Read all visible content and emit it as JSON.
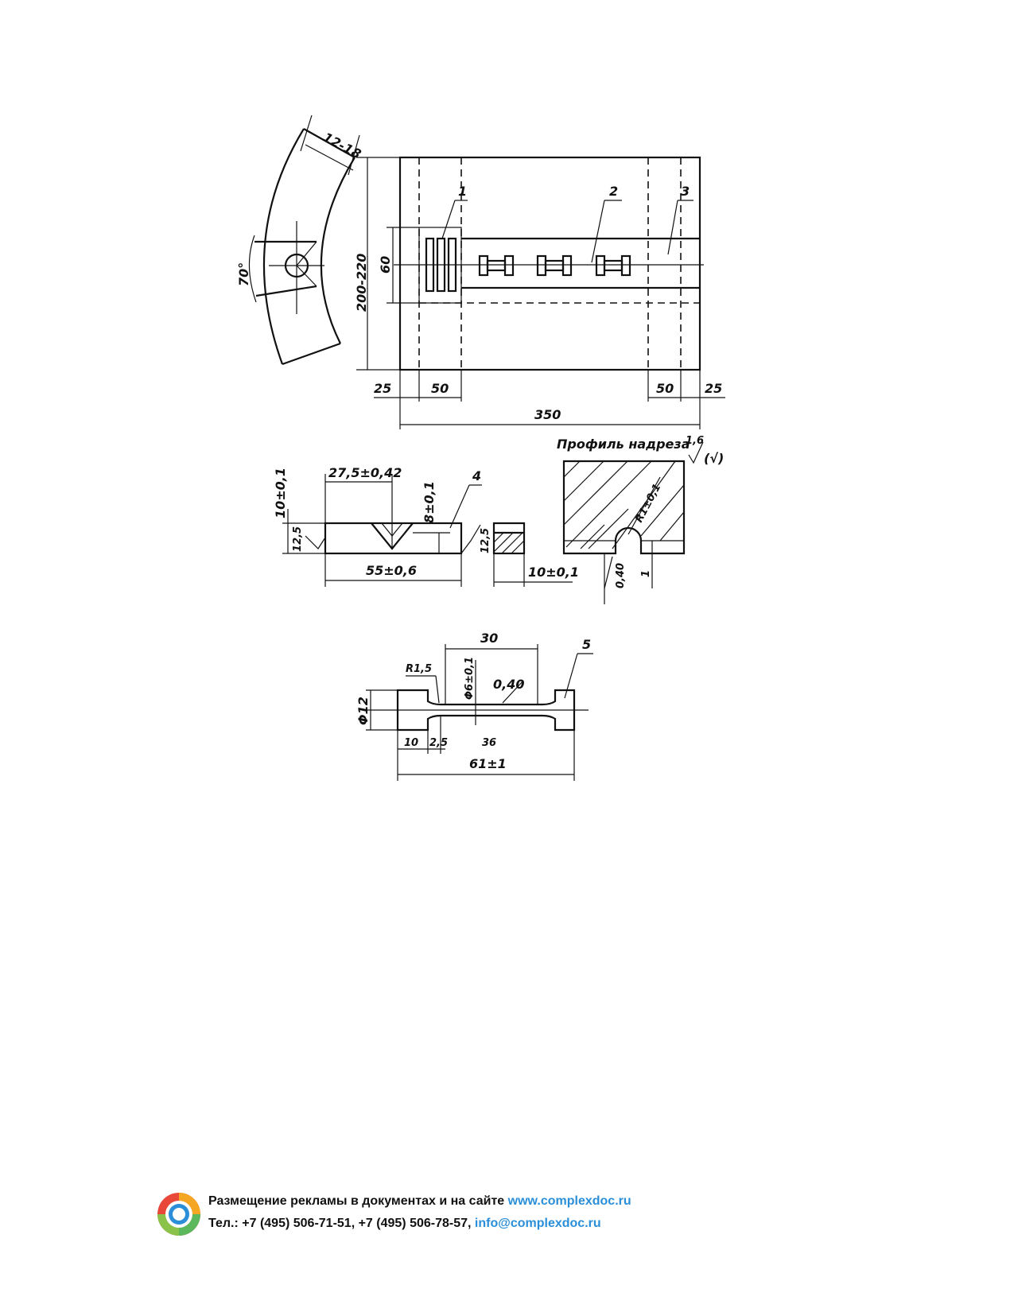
{
  "drawing": {
    "labels": {
      "thickness": "12-18",
      "angle": "70°",
      "height": "200-220",
      "band": "60",
      "callout1": "1",
      "callout2": "2",
      "callout3": "3",
      "left_margin": "25",
      "left_zone": "50",
      "right_zone": "50",
      "right_margin": "25",
      "length": "350",
      "profile_title": "Профиль надреза",
      "roughness": "1,6",
      "roughness_v": "(√)",
      "charpy_height": "10±0,1",
      "notch_pos": "27,5±0,42",
      "notch_depth": "8±0,1",
      "callout4": "4",
      "rough_left": "12,5",
      "rough_right": "12,5",
      "charpy_length": "55±0,6",
      "section_width": "10±0,1",
      "notch_radius": "R1±0,1",
      "notch_rough": "0,40",
      "notch_one": "1",
      "tensile_gauge": "30",
      "fillet": "R1,5",
      "neck_dia": "Φ6±0,1",
      "neck_rough": "0,40",
      "callout5": "5",
      "head_dia": "Φ12",
      "head_len": "10",
      "fillet_len": "2,5",
      "reduced_len": "36",
      "total_len": "61±1"
    }
  },
  "footer": {
    "line1_text": "Размещение рекламы в документах и на сайте ",
    "line1_link": "www.complexdoc.ru",
    "line2_text": "Тел.: +7 (495) 506-71-51, +7 (495) 506-78-57, ",
    "line2_link": "info@complexdoc.ru"
  }
}
